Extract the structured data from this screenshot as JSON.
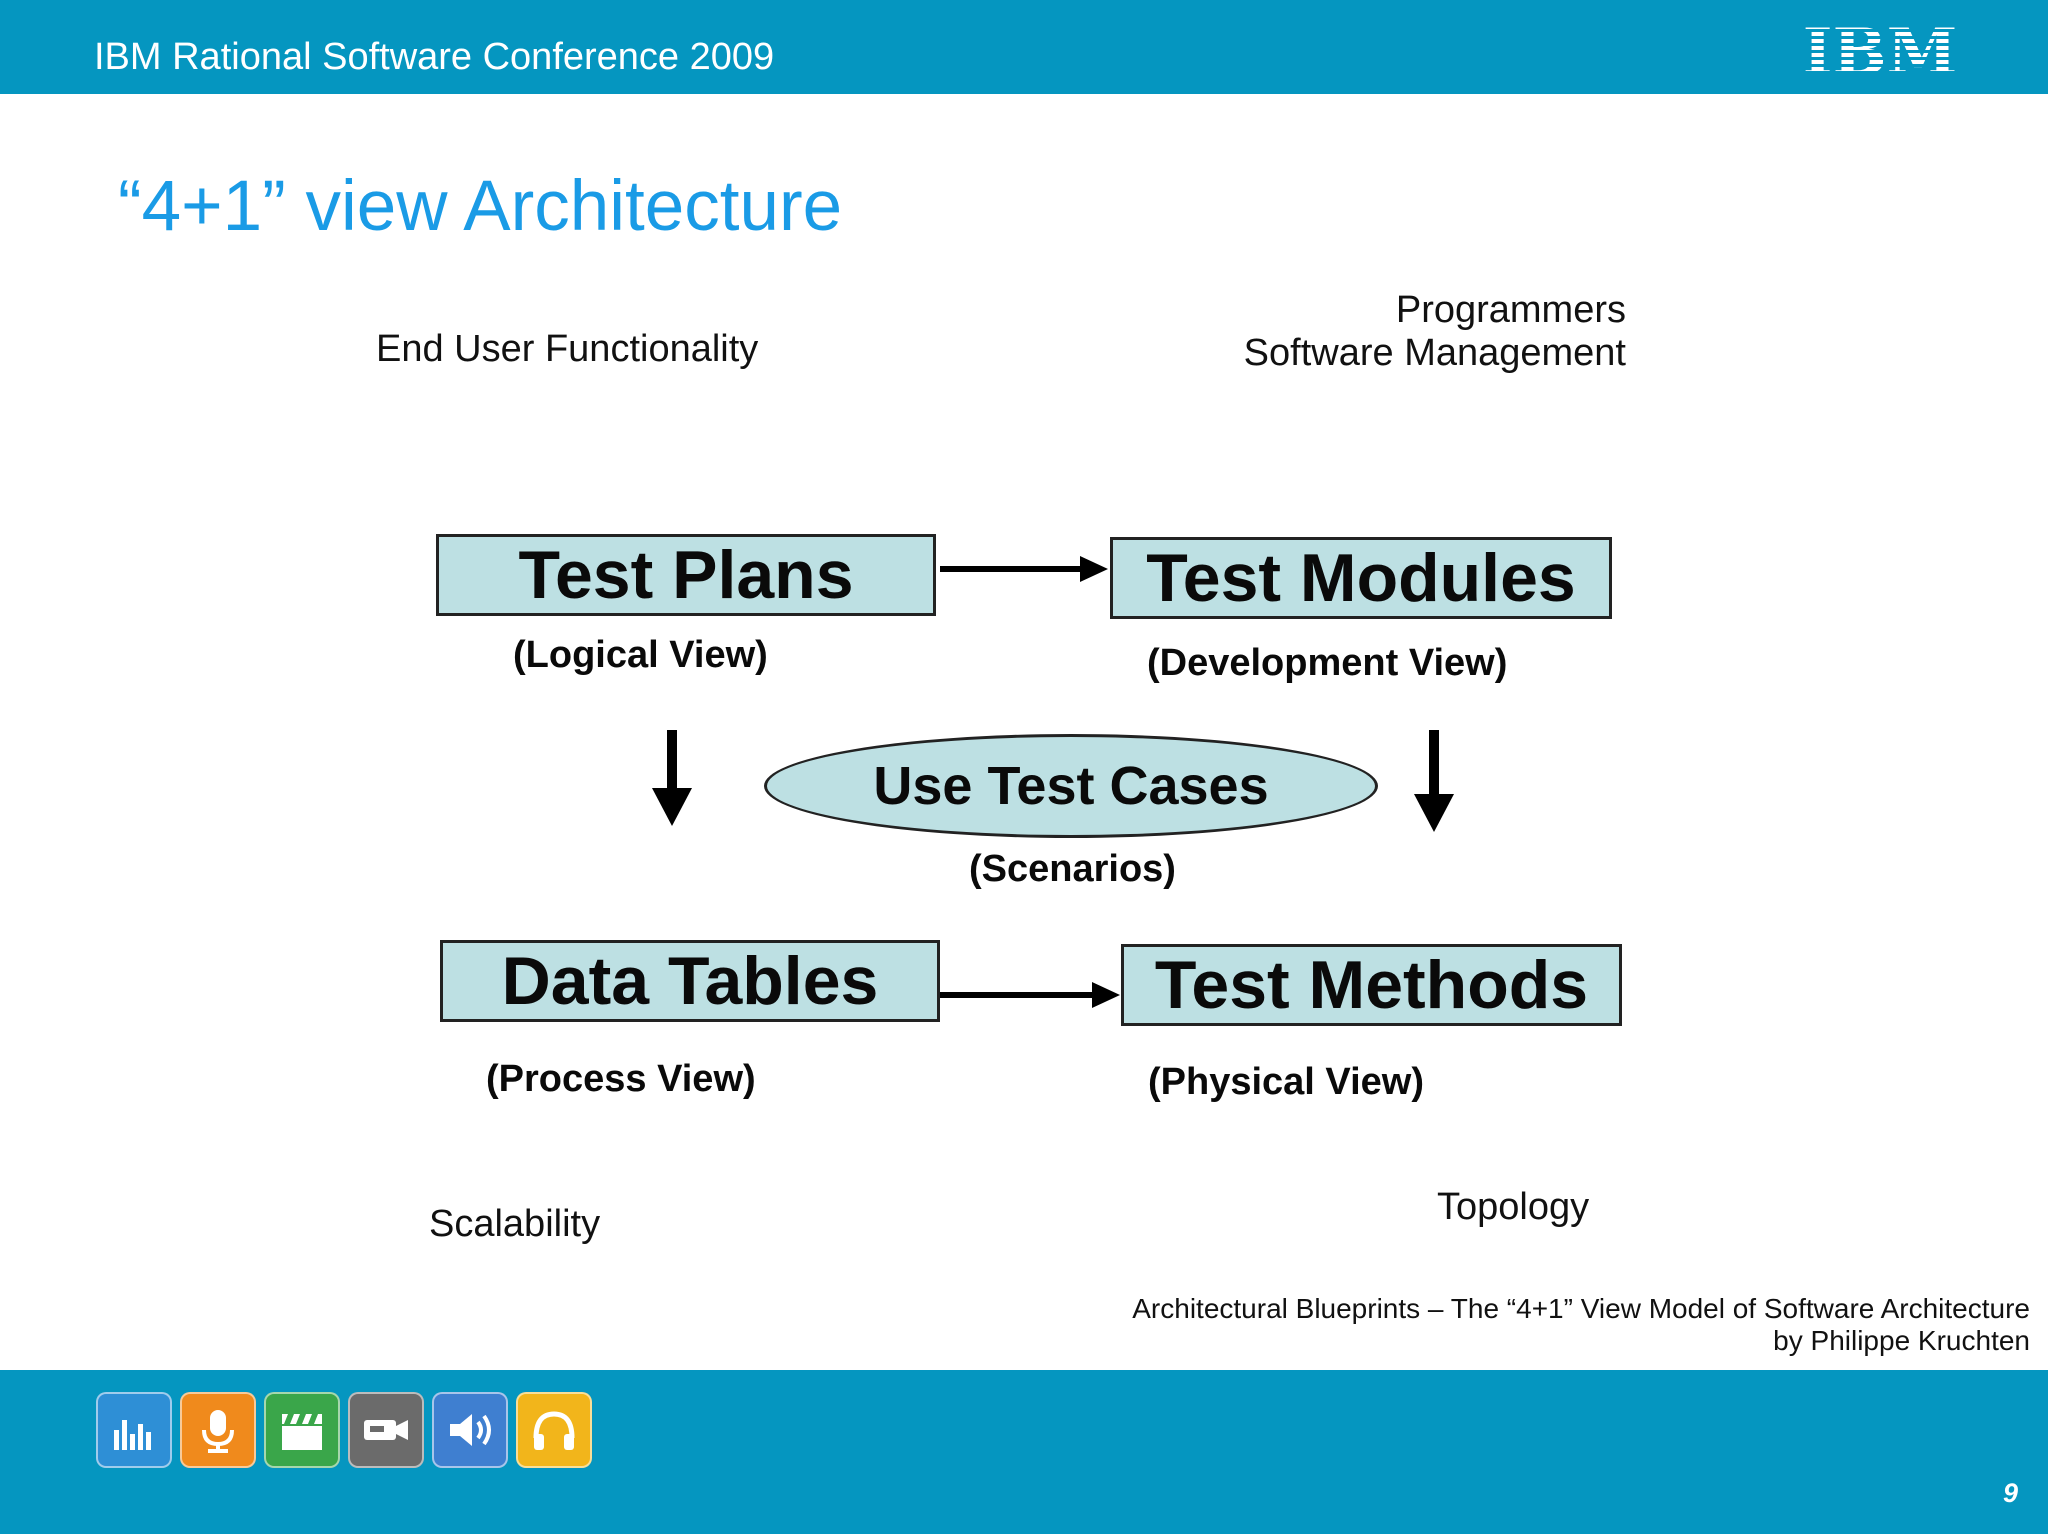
{
  "header": {
    "conference": "IBM Rational Software Conference 2009",
    "logo_text": "IBM"
  },
  "slide": {
    "title": "“4+1” view Architecture",
    "page_number": "9"
  },
  "diagram": {
    "notes": {
      "top_left": "End User Functionality",
      "top_right_line1": "Programmers",
      "top_right_line2": "Software Management",
      "bottom_left": "Scalability",
      "bottom_right": "Topology"
    },
    "boxes": {
      "logical": {
        "label": "Test Plans",
        "sublabel": "(Logical View)"
      },
      "development": {
        "label": "Test Modules",
        "sublabel": "(Development View)"
      },
      "process": {
        "label": "Data Tables",
        "sublabel": "(Process View)"
      },
      "physical": {
        "label": "Test Methods",
        "sublabel": "(Physical View)"
      }
    },
    "center": {
      "label": "Use Test Cases",
      "sublabel": "(Scenarios)"
    },
    "box_fill": "#bde0e3"
  },
  "citation": {
    "line1": "Architectural Blueprints – The “4+1” View Model of Software Architecture",
    "line2": "by Philippe Kruchten"
  },
  "footer": {
    "icons": [
      "equalizer-icon",
      "microphone-icon",
      "clapperboard-icon",
      "video-camera-icon",
      "speaker-icon",
      "headphones-icon"
    ]
  },
  "colors": {
    "bar": "#0596c0",
    "title": "#1a9be6"
  }
}
